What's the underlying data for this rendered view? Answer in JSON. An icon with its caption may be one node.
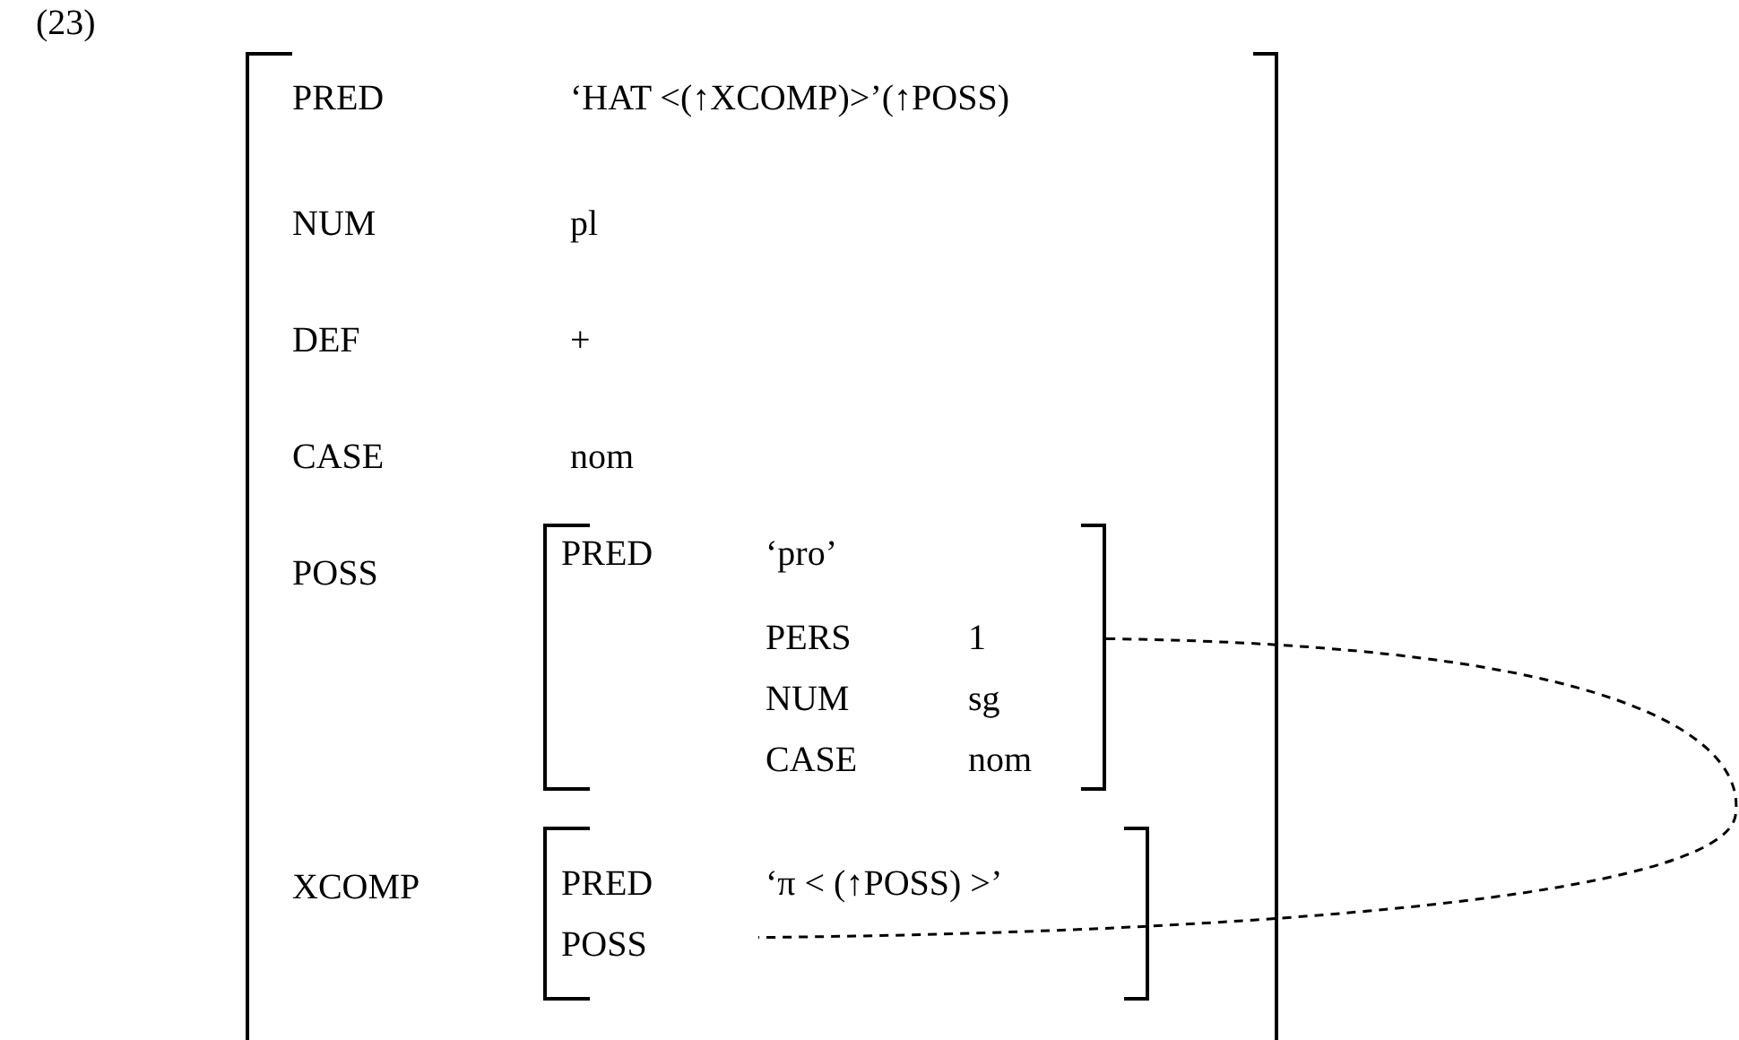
{
  "diagram": {
    "nodes": [
      {
        "text": [
          "PRED",
          "‘HAT <(↑XCOMP)>’(↑POSS)",
          "NUM",
          "pl",
          "DEF",
          "+",
          "CASE",
          "nom",
          "POSS",
          "XCOMP"
        ]
      },
      {
        "text": [
          "PRED",
          "‘pro’",
          "PERS",
          "1",
          "NUM",
          "sg",
          "CASE",
          "nom"
        ],
        "in": 0
      },
      {
        "text": [
          "PRED",
          "‘π < (↑POSS) >’",
          "POSS"
        ],
        "in": 0
      }
    ],
    "edges": [
      {
        "from": 1,
        "to": 2,
        "arrow": "none",
        "style": "dashed"
      }
    ],
    "labels": [
      "(23)"
    ]
  }
}
